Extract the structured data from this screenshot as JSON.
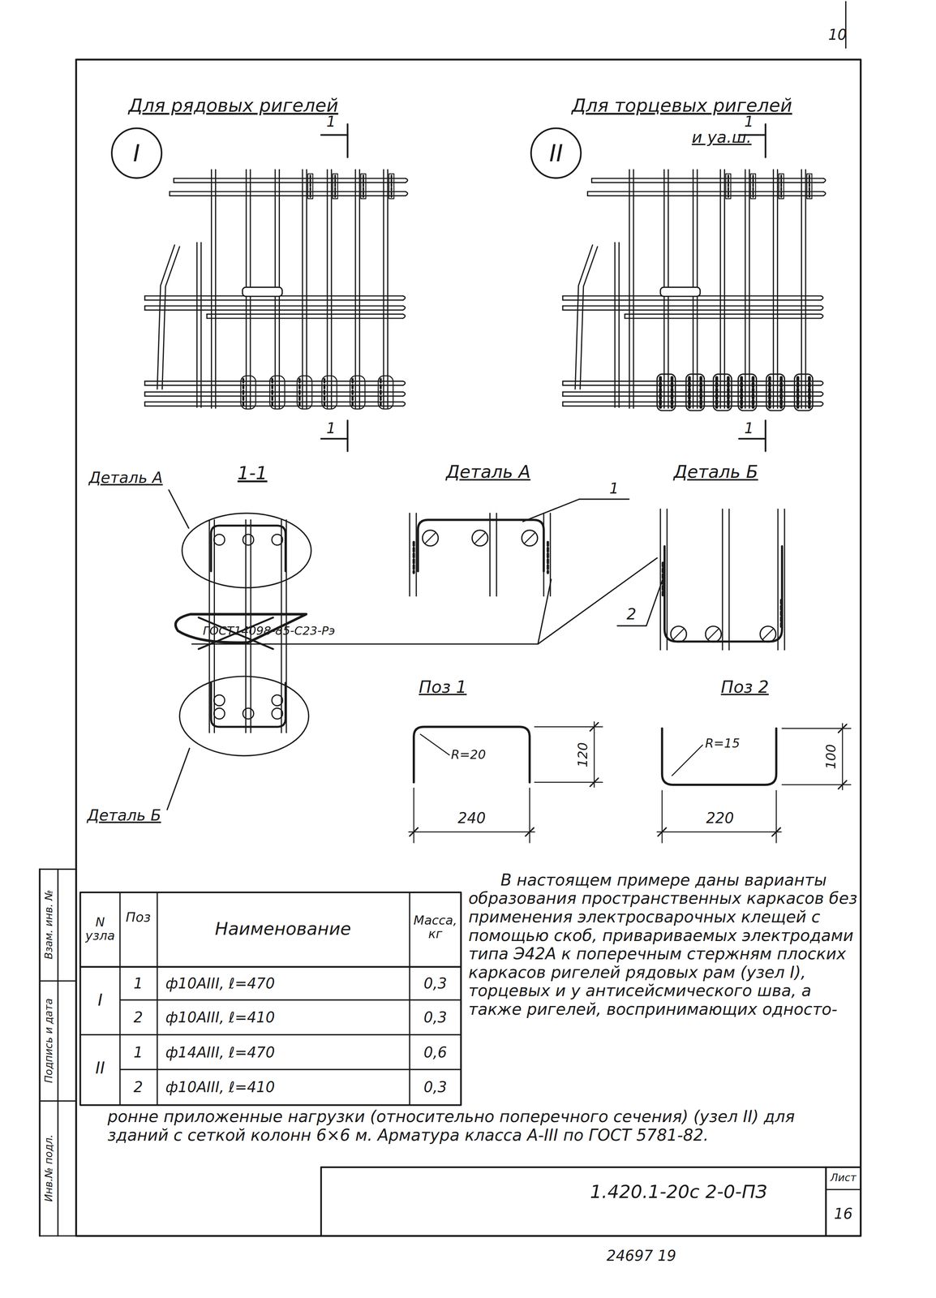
{
  "diagram": {
    "nodes": [
      {
        "text": [
          "I"
        ]
      },
      {
        "text": [
          "II"
        ]
      }
    ],
    "labels": [
      "10",
      "Для рядовых ригелей",
      "Для торцевых ригелей",
      "и уа.ш.",
      "1",
      "1",
      "1",
      "1",
      "Деталь А",
      "1-1",
      "Деталь А",
      "Деталь Б",
      "1",
      "ГОСТ14098-85-С23-Рэ",
      "2",
      "Деталь Б",
      "Поз 1",
      "Поз 2",
      "R=20",
      "120",
      "240",
      "R=15",
      "100",
      "220",
      "N узла",
      "Поз",
      "Наименование",
      "Масса, кг",
      "I",
      "1",
      "ф10АIII, ℓ=470",
      "0,3",
      "2",
      "ф10АIII, ℓ=410",
      "0,3",
      "II",
      "1",
      "ф14АIII, ℓ=470",
      "0,6",
      "2",
      "ф10АIII, ℓ=410",
      "0,3",
      "В настоящем примере даны варианты образования пространственных каркасов без применения электросварочных клещей с помощью скоб, привариваемых электродами типа Э42А к поперечным стержням плоских каркасов ригелей рядовых рам (узел I), торцевых и у антисейсмического шва, а также ригелей, воспринимающих односто-",
      "ронне приложенные нагрузки (относительно поперечного сечения) (узел II) для зданий с сеткой колонн 6×6 м. Арматура класса А-III по ГОСТ 5781-82.",
      "1.420.1-20с 2-0-ПЗ",
      "Лист",
      "16",
      "24697 19",
      "Взам. инв. №",
      "Подпись и дата",
      "Инв.№ подл."
    ]
  }
}
